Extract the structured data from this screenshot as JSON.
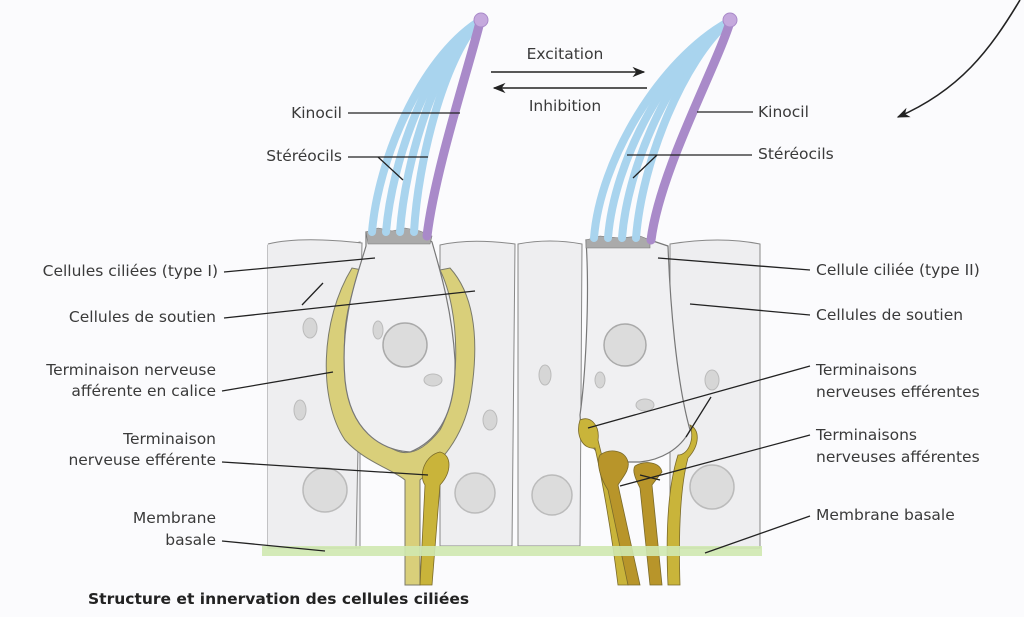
{
  "caption": "Structure et innervation des cellules ciliées",
  "direction": {
    "excitation": "Excitation",
    "inhibition": "Inhibition"
  },
  "left_labels": {
    "kinocil": "Kinocil",
    "stereocils": "Stéréocils",
    "hair_cells_type1": "Cellules ciliées (type I)",
    "supporting_cells": "Cellules de soutien",
    "calyx_line1": "Terminaison nerveuse",
    "calyx_line2": "afférente en calice",
    "efferent_line1": "Terminaison",
    "efferent_line2": "nerveuse efférente",
    "membrane_line1": "Membrane",
    "membrane_line2": "basale"
  },
  "right_labels": {
    "kinocil": "Kinocil",
    "stereocils": "Stéréocils",
    "hair_cell_type2": "Cellule ciliée (type II)",
    "supporting_cells": "Cellules de soutien",
    "efferent_line1": "Terminaisons",
    "efferent_line2": "nerveuses efférentes",
    "afferent_line1": "Terminaisons",
    "afferent_line2": "nerveuses afférentes",
    "membrane": "Membrane basale"
  },
  "colors": {
    "stereocil_blue": "#a9d4ee",
    "kinocil_purple": "#a98ac9",
    "nerve_yellow": "#c9b43a",
    "nerve_dark": "#b8952a",
    "membrane_green": "#cfe8b0",
    "cell_grey": "#ececee",
    "cuticle_grey": "#a9a9a9"
  }
}
